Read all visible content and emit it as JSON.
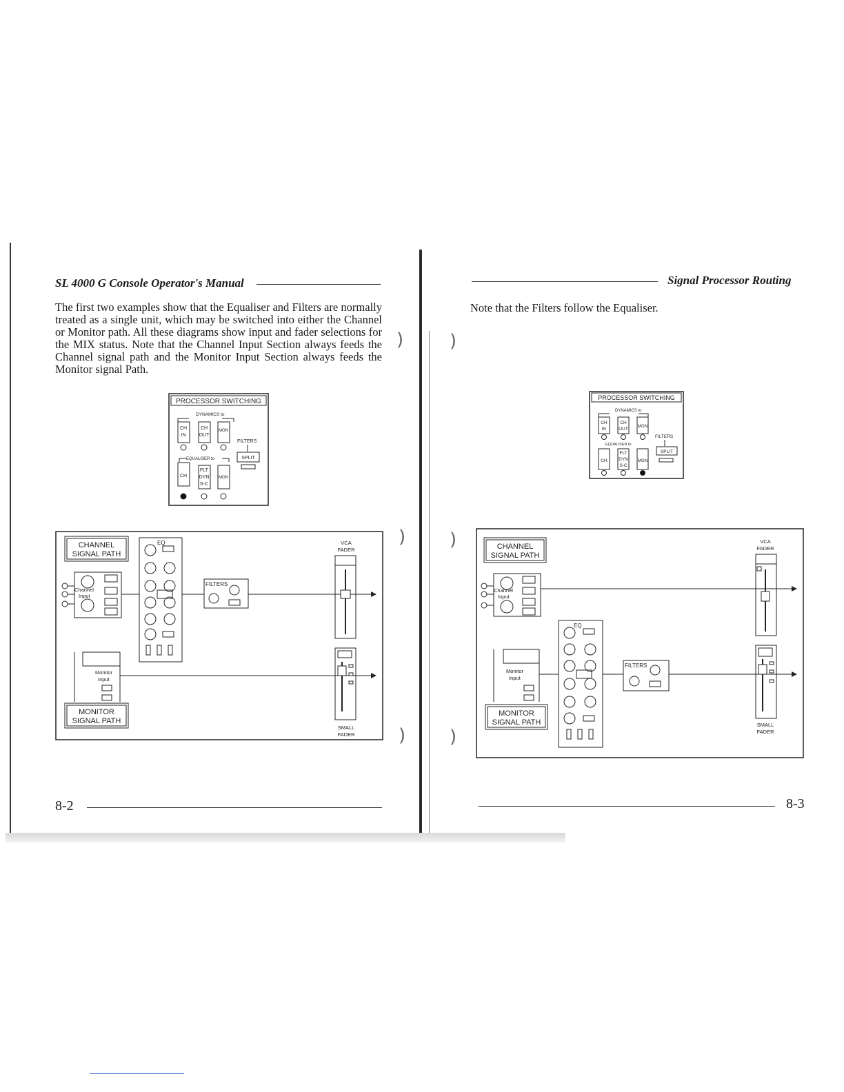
{
  "left_page": {
    "header": "SL 4000 G Console Operator's Manual",
    "body": "The first two examples show that the Equaliser and Filters are normally treated as a single unit, which may be switched into either the Channel or Monitor path. All these diagrams show input and fader selections for the MIX status. Note that the Channel Input Section always feeds the Channel signal path and the Monitor Input Section always feeds the Monitor signal Path.",
    "page_number": "8-2"
  },
  "right_page": {
    "header": "Signal Processor Routing",
    "note": "Note that the Filters follow the Equaliser.",
    "page_number": "8-3"
  },
  "switching_panel": {
    "title": "PROCESSOR SWITCHING",
    "dynamics_label": "DYNAMICS to",
    "equaliser_label": "EQUALISER to",
    "filters_label": "FILTERS",
    "split_label": "SPLIT",
    "ch_in": [
      "CH",
      "IN"
    ],
    "ch_out": [
      "CH",
      "OUT"
    ],
    "mon": "MON",
    "ch": "CH",
    "flt_dyn_sc": [
      "FLT",
      "DYN",
      "S-C"
    ]
  },
  "signal_diagram": {
    "channel_path": [
      "CHANNEL",
      "SIGNAL PATH"
    ],
    "monitor_path": [
      "MONITOR",
      "SIGNAL PATH"
    ],
    "eq_label": "EQ",
    "filters_label": "FILTERS",
    "channel_input": [
      "Channel",
      "Input"
    ],
    "monitor_input": [
      "Monitor",
      "Input"
    ],
    "vca_fader": [
      "VCA",
      "FADER"
    ],
    "small_fader": [
      "SMALL",
      "FADER"
    ]
  }
}
